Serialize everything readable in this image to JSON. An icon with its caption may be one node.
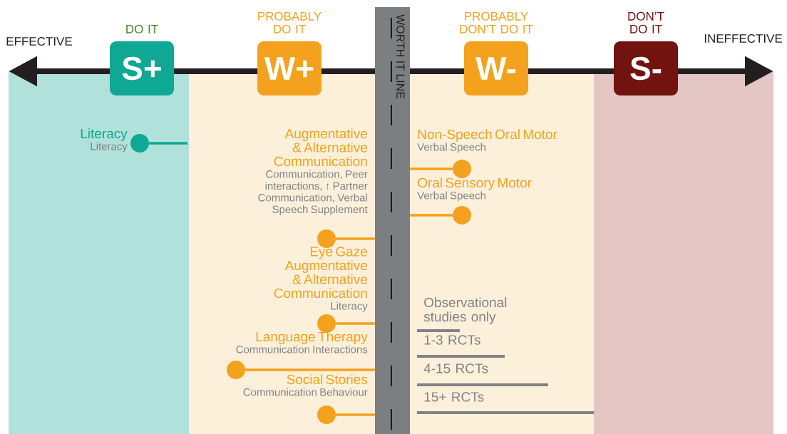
{
  "diagram": {
    "nodes": [
      {
        "text": [
          "DO IT",
          "S+"
        ]
      },
      {
        "text": [
          "PROBABLY DO IT",
          "W+"
        ]
      },
      {
        "text": [
          "WORTH IT LINE"
        ]
      },
      {
        "text": [
          "PROBABLY DON’T DO IT",
          "W-"
        ]
      },
      {
        "text": [
          "DON’T DO IT",
          "S-"
        ]
      },
      {
        "text": [
          "Literacy",
          "Literacy"
        ]
      },
      {
        "text": [],
        "shape": "circle"
      },
      {
        "text": [
          "Augmentative & Alternative Communication",
          "Communication, Peer interactions, ↑ Partner Communication, Verbal Speech Supplement"
        ]
      },
      {
        "text": [],
        "shape": "circle"
      },
      {
        "text": [
          "Eye Gaze Augmentative & Alternative Communication",
          "Literacy"
        ]
      },
      {
        "text": [],
        "shape": "circle"
      },
      {
        "text": [
          "Language Therapy",
          "Communication Interactions"
        ]
      },
      {
        "text": [],
        "shape": "circle"
      },
      {
        "text": [
          "Social Stories",
          "Communication Behaviour"
        ]
      },
      {
        "text": [],
        "shape": "circle"
      },
      {
        "text": [
          "Non-Speech Oral Motor",
          "Verbal Speech"
        ]
      },
      {
        "text": [],
        "shape": "circle"
      },
      {
        "text": [
          "Oral Sensory Motor",
          "Verbal Speech"
        ]
      },
      {
        "text": [],
        "shape": "circle"
      }
    ],
    "edges": [
      {
        "from": null,
        "to": 6,
        "arrow": "none",
        "color": "#0ea894"
      },
      {
        "from": 2,
        "to": 8,
        "arrow": "none"
      },
      {
        "from": 2,
        "to": 10,
        "arrow": "none"
      },
      {
        "from": 2,
        "to": 12,
        "arrow": "none"
      },
      {
        "from": 2,
        "to": 14,
        "arrow": "none"
      },
      {
        "from": 2,
        "to": 16,
        "arrow": "none"
      },
      {
        "from": 2,
        "to": 18,
        "arrow": "none"
      }
    ],
    "labels": [
      "EFFECTIVE",
      "INEFFECTIVE"
    ],
    "legend": [
      {
        "text": "Observational studies only"
      },
      {
        "text": "1-3 RCTs"
      },
      {
        "text": "4-15 RCTs"
      },
      {
        "text": "15+ RCTs"
      }
    ]
  }
}
